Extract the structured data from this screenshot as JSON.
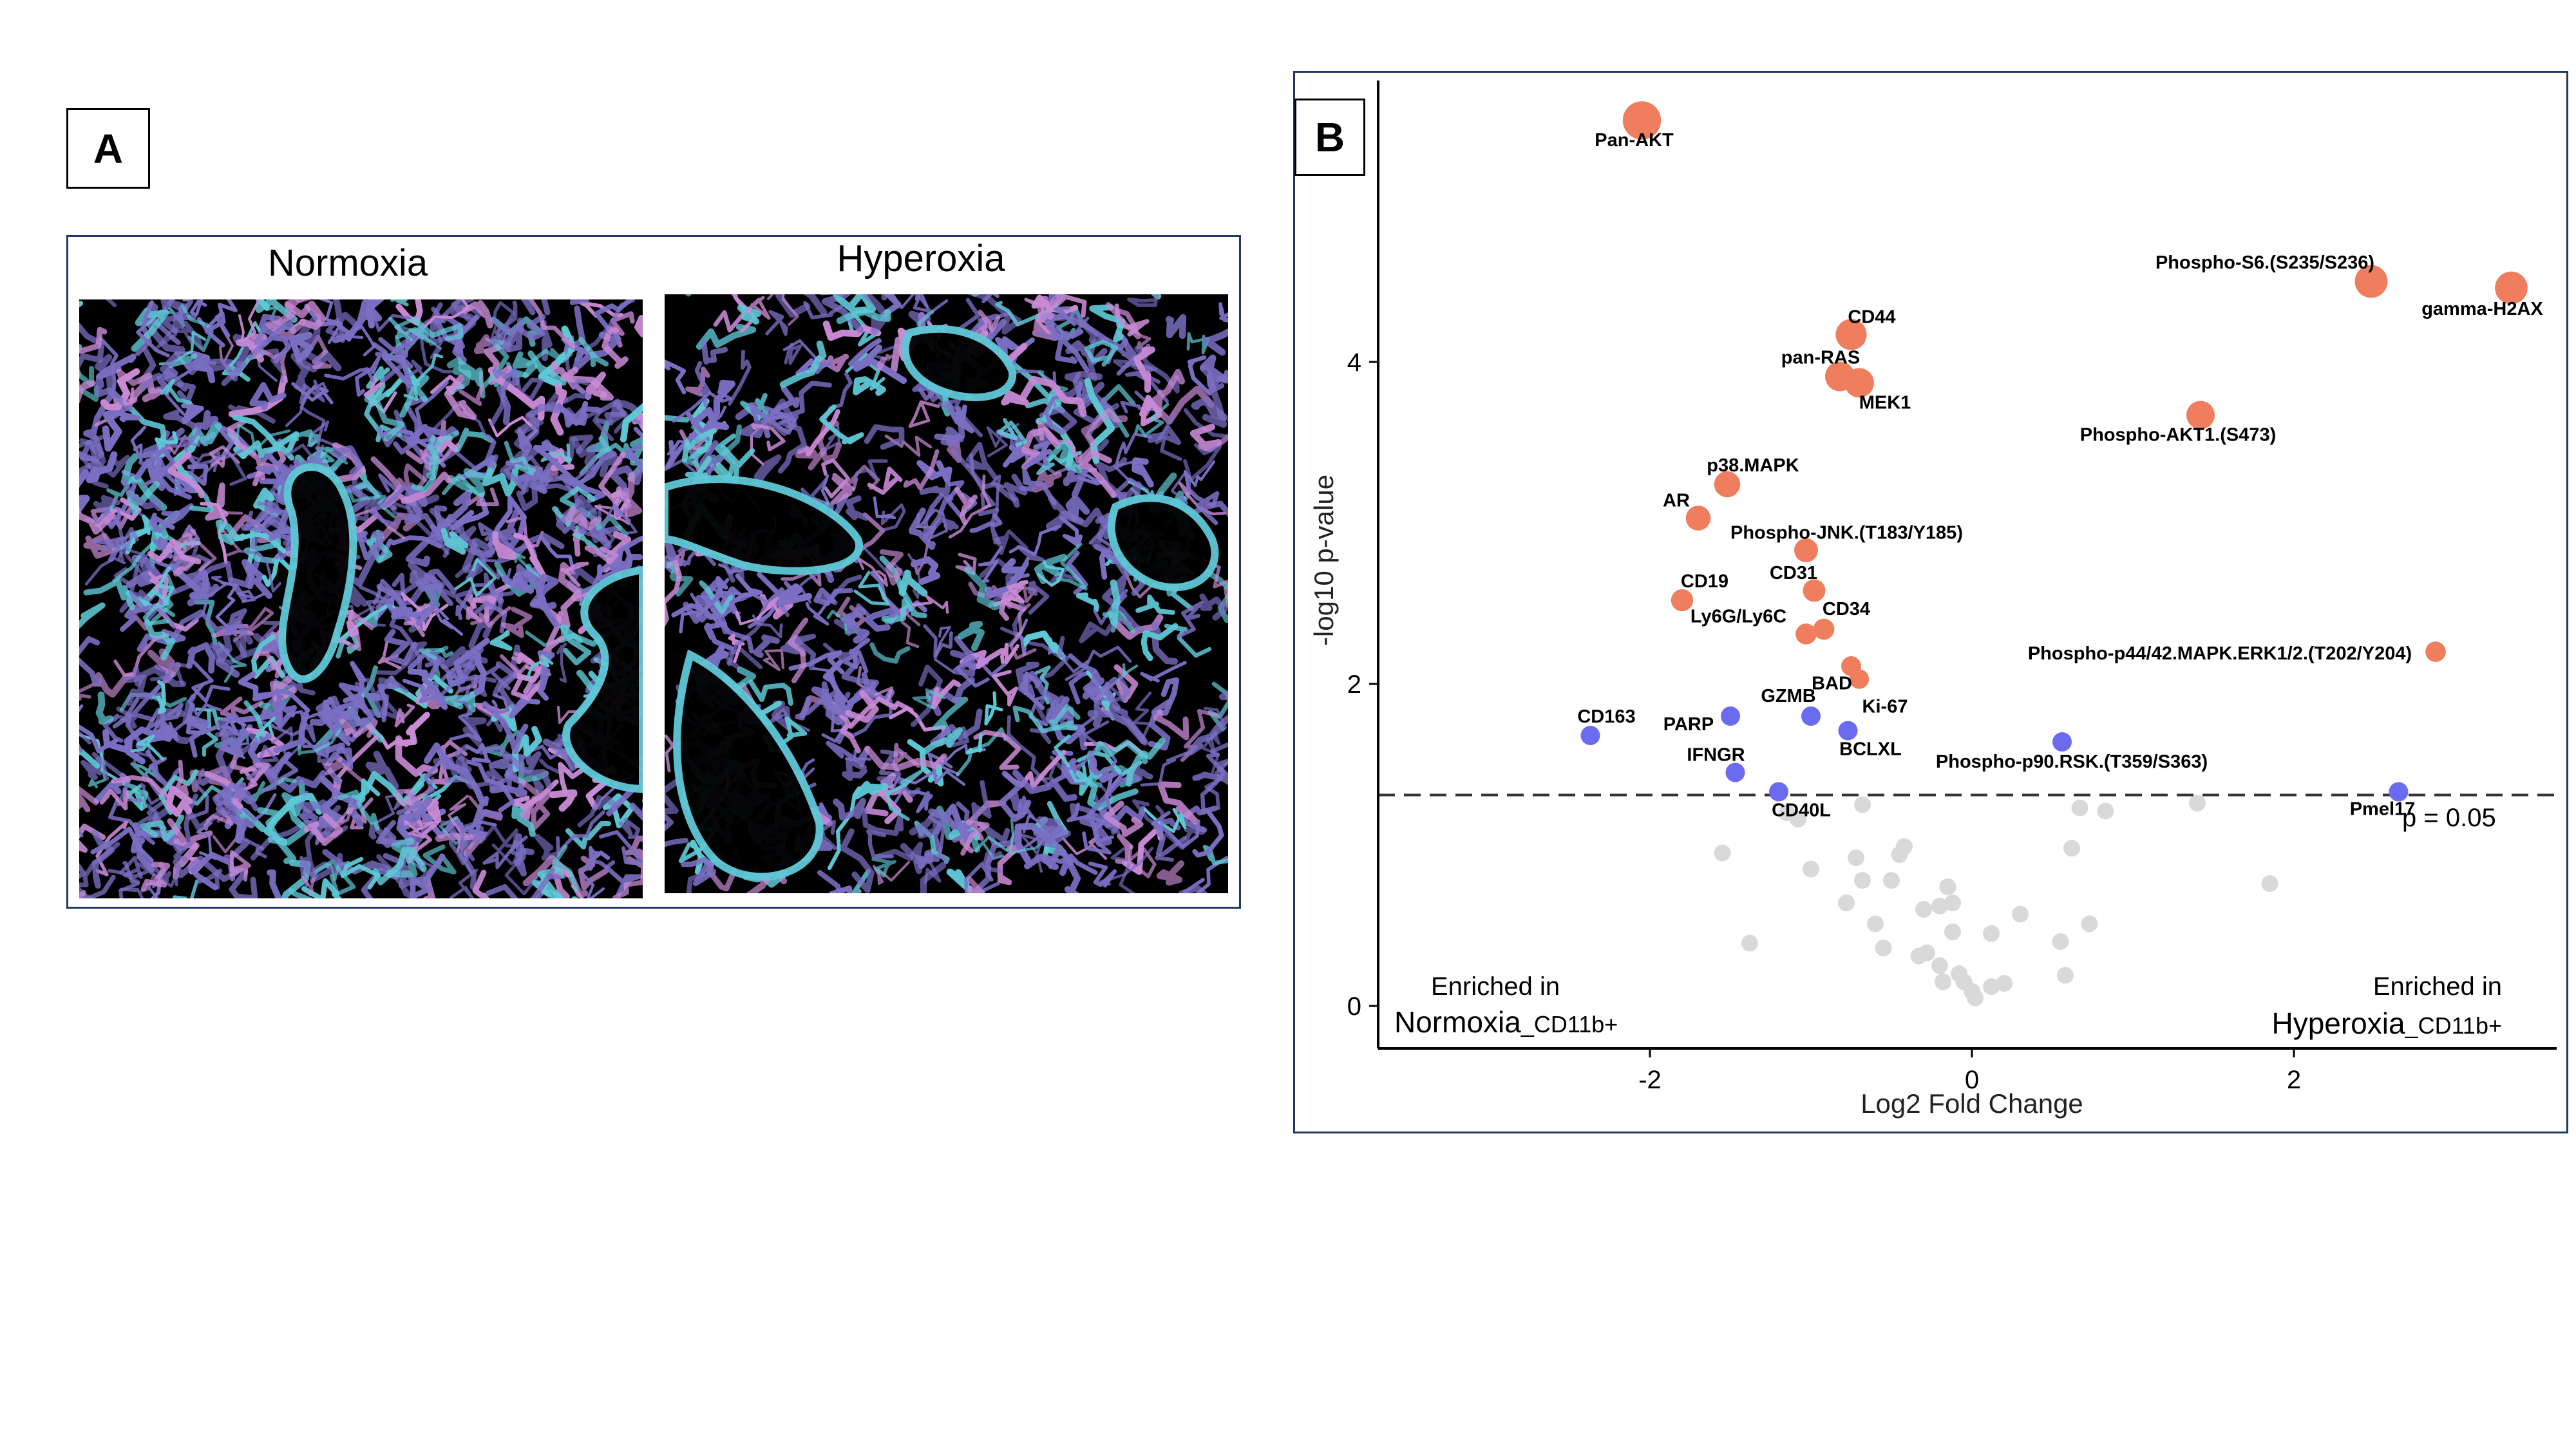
{
  "panel_a": {
    "label": "A",
    "images": [
      {
        "title": "Normoxia"
      },
      {
        "title": "Hyperoxia"
      }
    ],
    "colors": {
      "background": "#000000",
      "tissue_main": "#7b6fc4",
      "tissue_accent": "#5ec8d6",
      "tissue_pink": "#c98ad6"
    }
  },
  "panel_b": {
    "label": "B",
    "threshold_label": "p = 0.05",
    "corner_left": {
      "line1": "Enriched in",
      "line2_main": "Normoxia",
      "line2_sub": "_CD11b+"
    },
    "corner_right": {
      "line1": "Enriched in",
      "line2_main": "Hyperoxia",
      "line2_sub": "_CD11b+"
    }
  },
  "chart_data": {
    "type": "scatter",
    "title": "",
    "xlabel": "Log2 Fold Change",
    "ylabel": "-log10 p-value",
    "xlim": [
      -3.7,
      3.7
    ],
    "ylim": [
      -0.05,
      5.6
    ],
    "xticks": [
      -2,
      0,
      2
    ],
    "yticks": [
      0,
      2,
      4
    ],
    "threshold_y": 1.31,
    "grid": false,
    "colors": {
      "up": "#ee7e5e",
      "down": "#6b6bf0",
      "ns": "#d9d9d9"
    },
    "series": [
      {
        "group": "up",
        "points": [
          {
            "label": "Pan-AKT",
            "x": -2.05,
            "y": 5.5
          },
          {
            "label": "Phospho-S6.(S235/S236)",
            "x": 2.48,
            "y": 4.5
          },
          {
            "label": "gamma-H2AX",
            "x": 3.35,
            "y": 4.46
          },
          {
            "label": "CD44",
            "x": -0.75,
            "y": 4.17
          },
          {
            "label": "pan-RAS",
            "x": -0.82,
            "y": 3.91
          },
          {
            "label": "MEK1",
            "x": -0.7,
            "y": 3.87
          },
          {
            "label": "Phospho-AKT1.(S473)",
            "x": 1.42,
            "y": 3.67
          },
          {
            "label": "p38.MAPK",
            "x": -1.52,
            "y": 3.24
          },
          {
            "label": "AR",
            "x": -1.7,
            "y": 3.03
          },
          {
            "label": "Phospho-JNK.(T183/Y185)",
            "x": -1.03,
            "y": 2.83
          },
          {
            "label": "CD31",
            "x": -0.98,
            "y": 2.58
          },
          {
            "label": "CD19",
            "x": -1.8,
            "y": 2.52
          },
          {
            "label": "CD34",
            "x": -0.92,
            "y": 2.34
          },
          {
            "label": "Ly6G/Ly6C",
            "x": -1.03,
            "y": 2.31
          },
          {
            "label": "BAD",
            "x": -0.75,
            "y": 2.11
          },
          {
            "label": "Phospho-p44/42.MAPK.ERK1/2.(T202/Y204)",
            "x": 2.88,
            "y": 2.2
          },
          {
            "label": "Ki-67",
            "x": -0.7,
            "y": 2.03
          }
        ]
      },
      {
        "group": "down",
        "points": [
          {
            "label": "CD163",
            "x": -2.37,
            "y": 1.68
          },
          {
            "label": "PARP",
            "x": -1.5,
            "y": 1.8
          },
          {
            "label": "GZMB",
            "x": -1.0,
            "y": 1.8
          },
          {
            "label": "BCLXL",
            "x": -0.77,
            "y": 1.71
          },
          {
            "label": "IFNGR",
            "x": -1.47,
            "y": 1.45
          },
          {
            "label": "Phospho-p90.RSK.(T359/S363)",
            "x": 0.56,
            "y": 1.64
          },
          {
            "label": "CD40L",
            "x": -1.2,
            "y": 1.33
          },
          {
            "label": "Pmel17",
            "x": 2.65,
            "y": 1.33
          }
        ]
      },
      {
        "group": "ns",
        "points": [
          {
            "x": -0.68,
            "y": 1.25
          },
          {
            "x": -1.15,
            "y": 1.2
          },
          {
            "x": -1.08,
            "y": 1.16
          },
          {
            "x": 0.67,
            "y": 1.23
          },
          {
            "x": 0.83,
            "y": 1.21
          },
          {
            "x": 1.4,
            "y": 1.26
          },
          {
            "x": -1.55,
            "y": 0.95
          },
          {
            "x": -1.0,
            "y": 0.85
          },
          {
            "x": -0.72,
            "y": 0.92
          },
          {
            "x": -0.45,
            "y": 0.94
          },
          {
            "x": -0.42,
            "y": 0.99
          },
          {
            "x": -0.68,
            "y": 0.78
          },
          {
            "x": -0.5,
            "y": 0.78
          },
          {
            "x": 0.62,
            "y": 0.98
          },
          {
            "x": 1.85,
            "y": 0.76
          },
          {
            "x": -0.78,
            "y": 0.64
          },
          {
            "x": -0.6,
            "y": 0.51
          },
          {
            "x": -0.3,
            "y": 0.6
          },
          {
            "x": -0.2,
            "y": 0.62
          },
          {
            "x": -0.15,
            "y": 0.74
          },
          {
            "x": -0.12,
            "y": 0.64
          },
          {
            "x": 0.3,
            "y": 0.57
          },
          {
            "x": 0.73,
            "y": 0.51
          },
          {
            "x": -1.38,
            "y": 0.39
          },
          {
            "x": -0.55,
            "y": 0.36
          },
          {
            "x": -0.33,
            "y": 0.31
          },
          {
            "x": -0.28,
            "y": 0.33
          },
          {
            "x": -0.12,
            "y": 0.46
          },
          {
            "x": 0.12,
            "y": 0.45
          },
          {
            "x": 0.55,
            "y": 0.4
          },
          {
            "x": -0.2,
            "y": 0.25
          },
          {
            "x": -0.08,
            "y": 0.2
          },
          {
            "x": -0.05,
            "y": 0.15
          },
          {
            "x": 0.0,
            "y": 0.09
          },
          {
            "x": -0.18,
            "y": 0.15
          },
          {
            "x": 0.12,
            "y": 0.12
          },
          {
            "x": 0.2,
            "y": 0.14
          },
          {
            "x": 0.58,
            "y": 0.19
          },
          {
            "x": 0.02,
            "y": 0.05
          }
        ]
      }
    ]
  }
}
